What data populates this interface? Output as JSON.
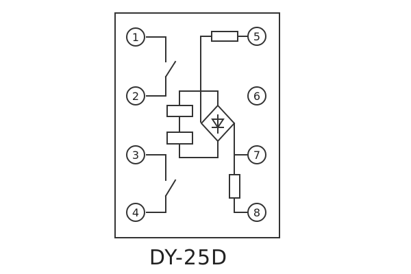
{
  "terminals": {
    "t1": "1",
    "t2": "2",
    "t3": "3",
    "t4": "4",
    "t5": "5",
    "t6": "6",
    "t7": "7",
    "t8": "8"
  },
  "model": "DY-25D",
  "colors": {
    "line": "#333333",
    "background": "#ffffff"
  }
}
